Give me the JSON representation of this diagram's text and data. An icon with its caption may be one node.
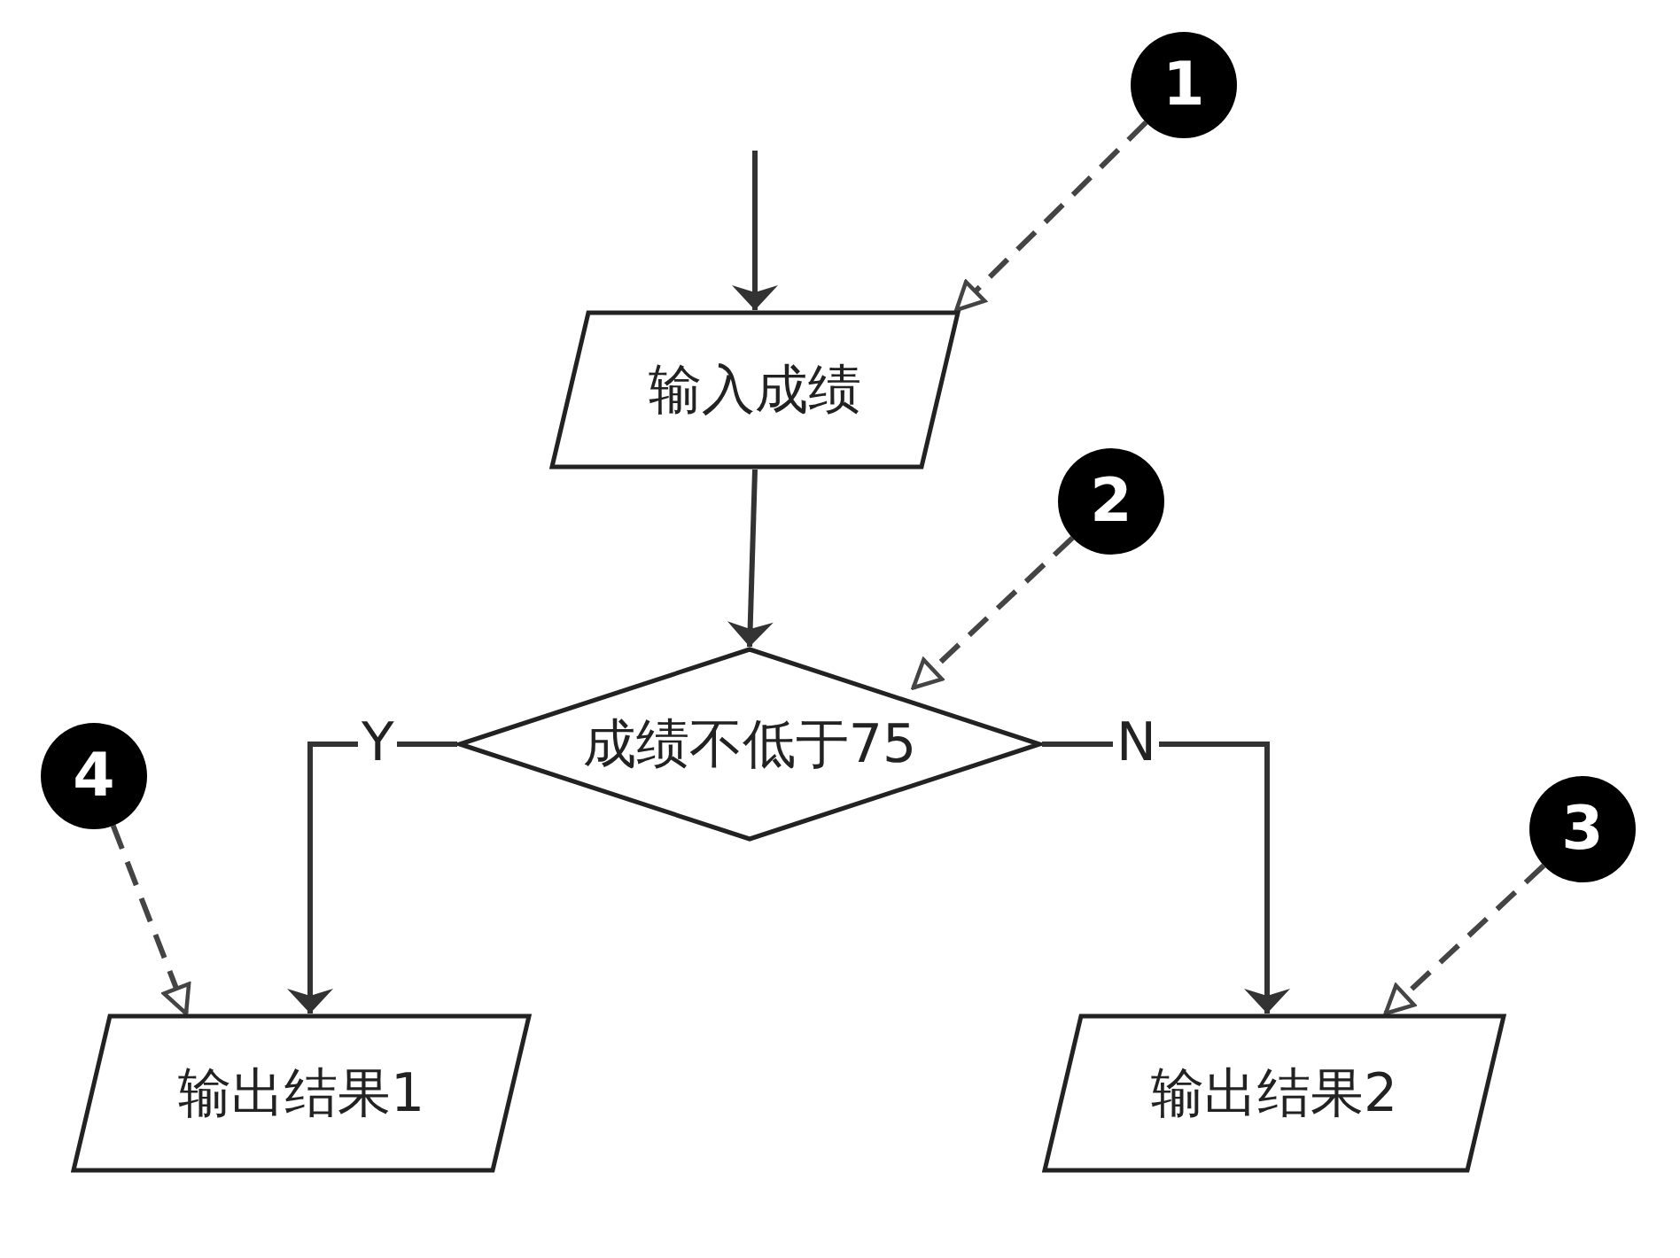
{
  "diagram": {
    "nodes": [
      {
        "text": [
          "1"
        ]
      },
      {
        "text": [
          "输入成绩"
        ]
      },
      {
        "text": [
          "2"
        ]
      },
      {
        "text": [
          "成绩不低于75"
        ]
      },
      {
        "text": [
          "4"
        ]
      },
      {
        "text": [
          "3"
        ]
      },
      {
        "text": [
          "输出结果1"
        ]
      },
      {
        "text": [
          "输出结果2"
        ]
      }
    ],
    "edges": [
      {
        "from": null,
        "to": 1,
        "arrow": "to"
      },
      {
        "from": 1,
        "to": 3,
        "arrow": "to"
      },
      {
        "from": 3,
        "to": 6,
        "arrow": "to",
        "label": "Y"
      },
      {
        "from": 3,
        "to": 7,
        "arrow": "to",
        "label": "N"
      },
      {
        "from": 0,
        "to": 1,
        "arrow": "to",
        "style": "dashed"
      },
      {
        "from": 2,
        "to": 3,
        "arrow": "to",
        "style": "dashed"
      },
      {
        "from": 5,
        "to": 7,
        "arrow": "to",
        "style": "dashed"
      },
      {
        "from": 4,
        "to": 6,
        "arrow": "to",
        "style": "dashed"
      }
    ]
  }
}
